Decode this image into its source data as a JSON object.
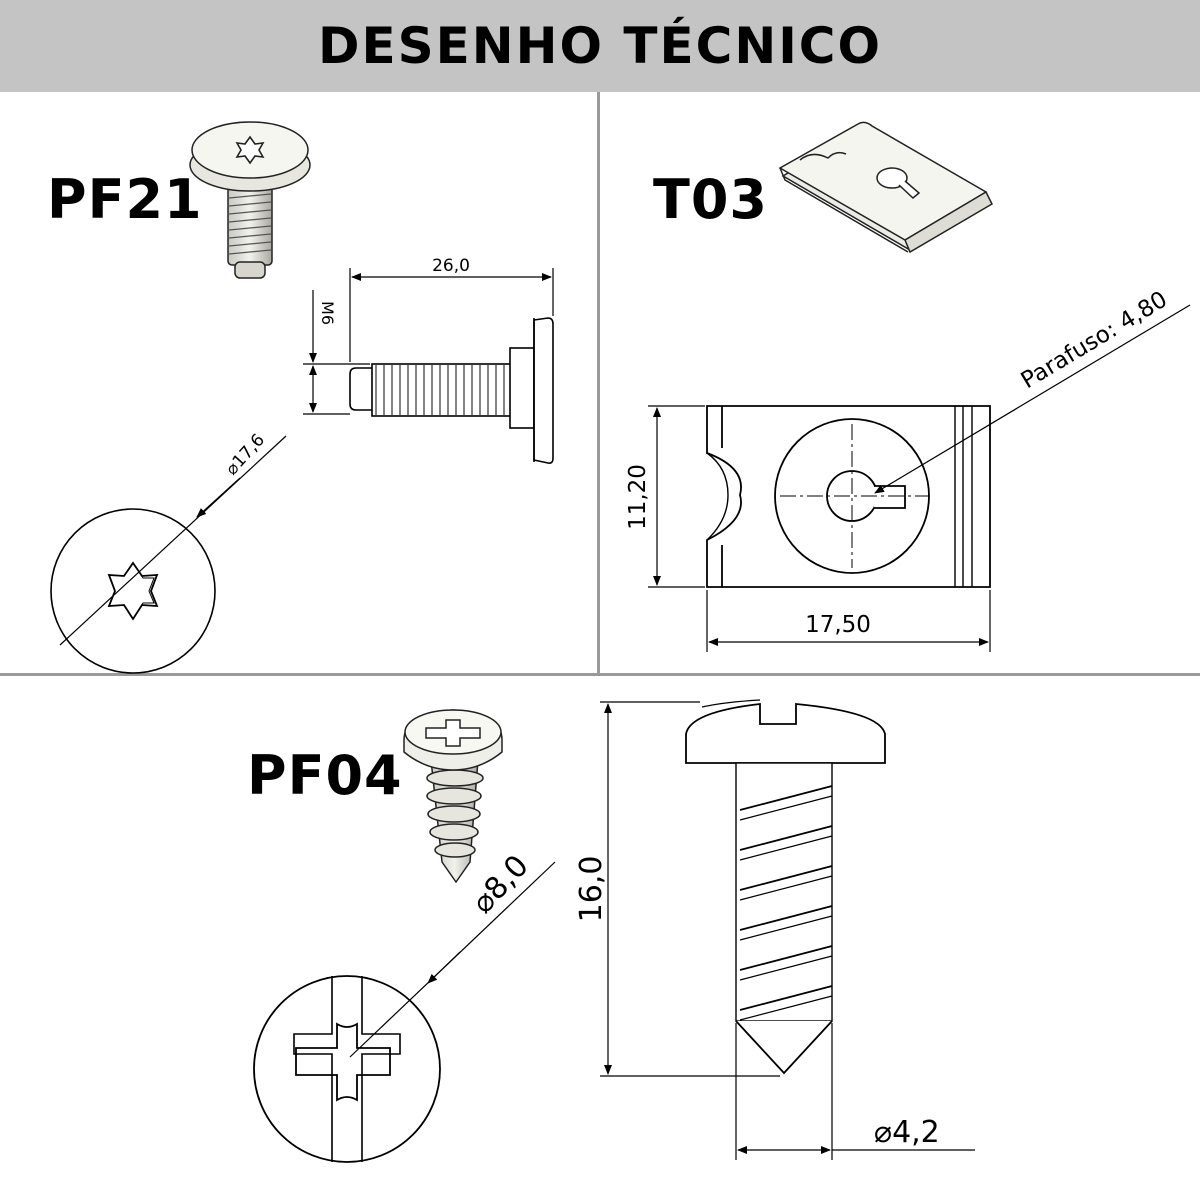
{
  "header": {
    "title": "DESENHO TÉCNICO",
    "background": "#c4c4c4"
  },
  "parts": [
    {
      "code": "PF21",
      "dimensions": {
        "length": "26,0",
        "thread": "M6",
        "head_diameter": "17,6"
      },
      "head_icon": "torx-star-icon"
    },
    {
      "code": "T03",
      "dimensions": {
        "screw_note": "Parafuso: 4,80",
        "height": "11,20",
        "width": "17,50"
      }
    },
    {
      "code": "PF04",
      "dimensions": {
        "head_diameter": "8,0",
        "length": "16,0",
        "shank_diameter": "4,2"
      },
      "head_icon": "phillips-cross-icon"
    }
  ],
  "symbols": {
    "diameter": "⌀"
  }
}
